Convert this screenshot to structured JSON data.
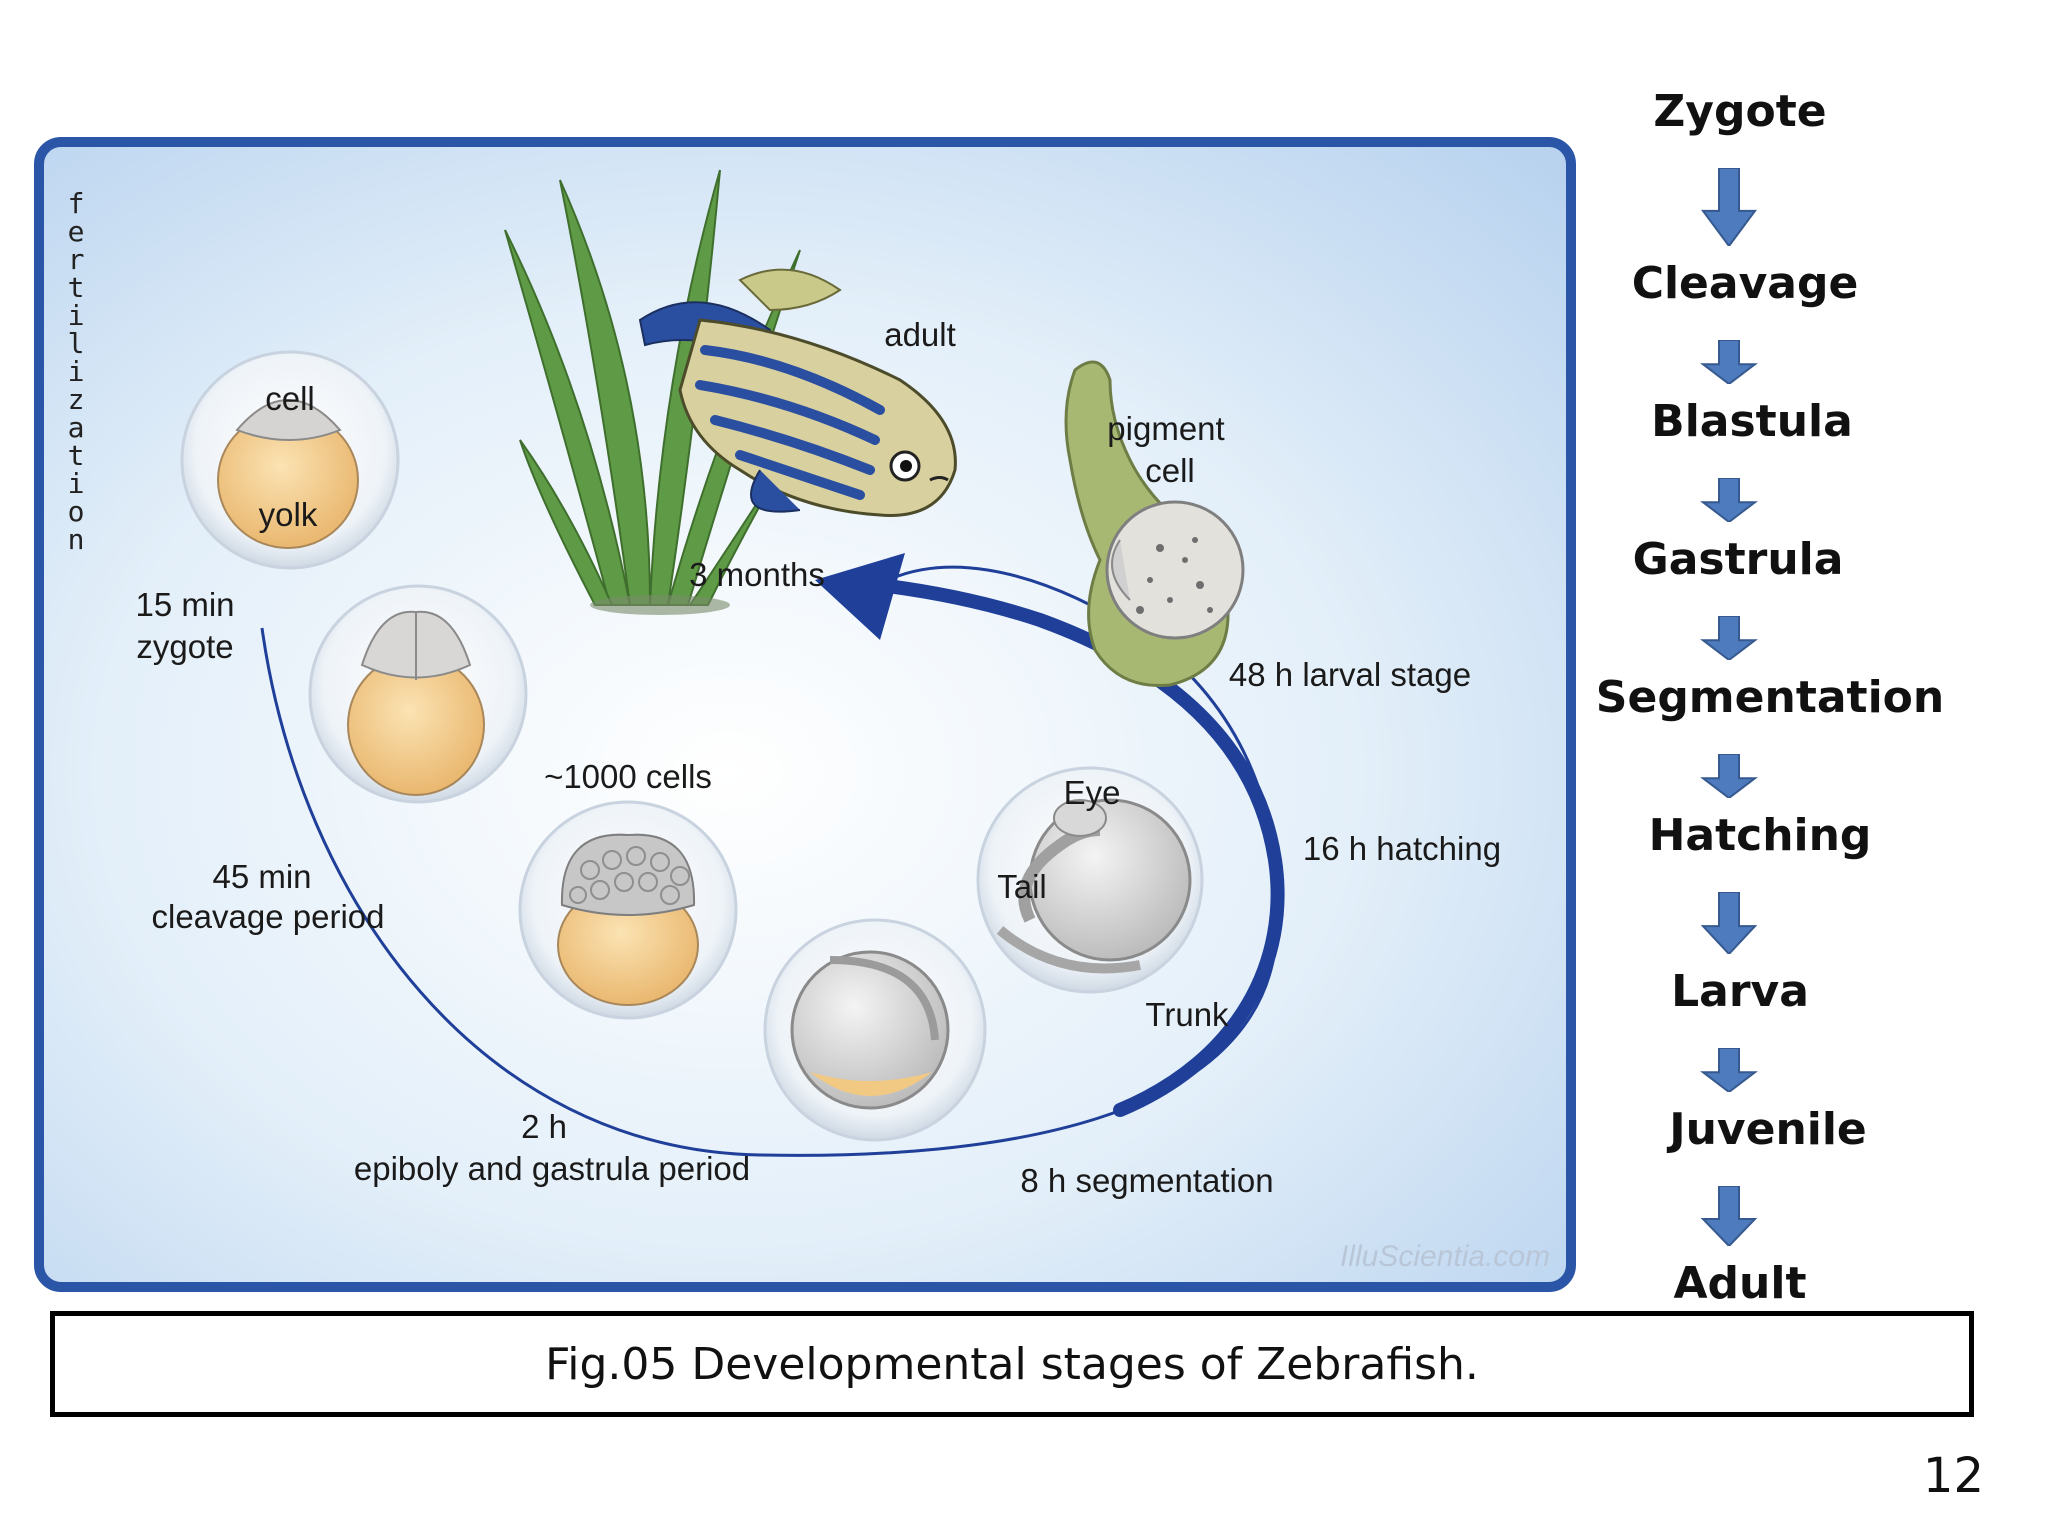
{
  "diagram": {
    "vertical_label": "fertilization",
    "labels": {
      "cell": "cell",
      "yolk": "yolk",
      "zygote_time": "15 min",
      "zygote": "zygote",
      "cleavage_time": "45 min",
      "cleavage": "cleavage period",
      "cells_1000": "~1000 cells",
      "gastrula_time": "2 h",
      "gastrula": "epiboly and gastrula period",
      "segmentation": "8 h   segmentation",
      "eye": "Eye",
      "tail": "Tail",
      "trunk": "Trunk",
      "hatching": "16 h   hatching",
      "larval": "48 h  larval stage",
      "pigment_line1": "pigment",
      "pigment_line2": "cell",
      "adult": "adult",
      "months": "3 months"
    },
    "watermark": "IlluScientia.com"
  },
  "stages": [
    "Zygote",
    "Cleavage",
    "Blastula",
    "Gastrula",
    "Segmentation",
    "Hatching",
    "Larva",
    "Juvenile",
    "Adult"
  ],
  "caption": "Fig.05 Developmental stages of Zebrafish.",
  "page_number": "12",
  "colors": {
    "frame": "#2b56a8",
    "arrow": "#1f3f99",
    "stage_arrow": "#4d7bbd",
    "yolk": "#f2c983",
    "panel_bg": "#d8e8f8"
  }
}
